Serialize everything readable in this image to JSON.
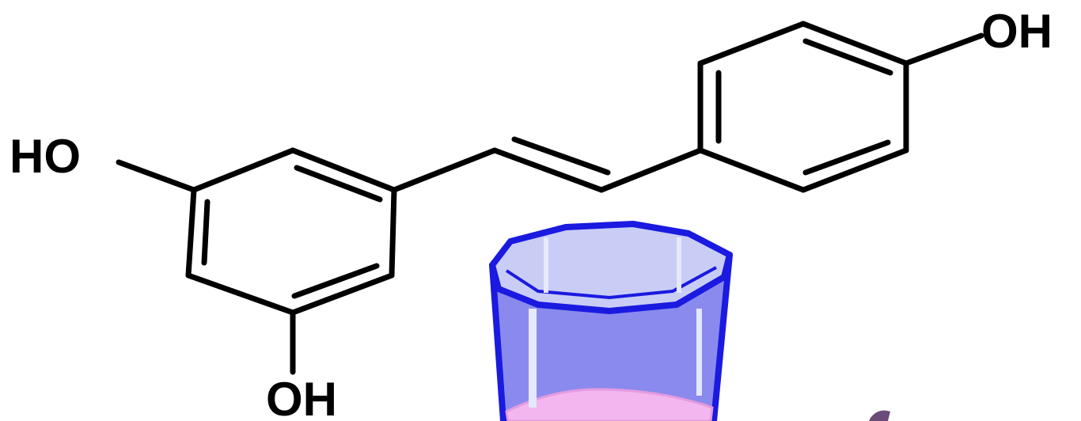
{
  "molecule": {
    "labels": {
      "oh_left": "HO",
      "oh_right": "OH",
      "oh_bottom": "OH"
    }
  },
  "colors": {
    "bond": "#000000",
    "glass_outline": "#1a1ae0",
    "glass_body": "#8a8aee",
    "glass_rim": "#c9cdf5",
    "glass_shine": "#e6e8fb",
    "liquid": "#f3b6ee"
  },
  "icons": {
    "glass": "drinking-glass-icon",
    "corner_mark": "purple-mark-icon"
  }
}
